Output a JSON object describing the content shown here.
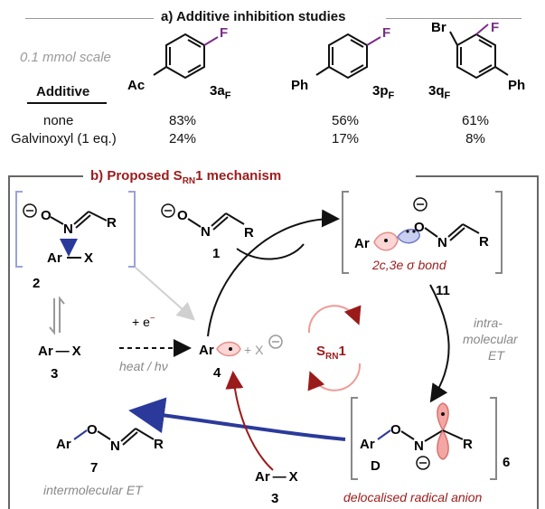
{
  "section_a": {
    "title": "a) Additive inhibition studies",
    "scale_note": "0.1 mmol scale",
    "additive_header": "Additive",
    "compounds": [
      {
        "substituent": "Ac",
        "label_main": "3a",
        "label_sub": "F"
      },
      {
        "substituent": "Ph",
        "label_main": "3p",
        "label_sub": "F"
      },
      {
        "substituent_top": "Br",
        "substituent": "Ph",
        "label_main": "3q",
        "label_sub": "F"
      }
    ],
    "fluoro": "F",
    "rows": [
      {
        "additive": "none",
        "values": [
          "83%",
          "56%",
          "61%"
        ]
      },
      {
        "additive": "Galvinoxyl (1 eq.)",
        "values": [
          "24%",
          "17%",
          "8%"
        ]
      }
    ]
  },
  "section_b": {
    "title_prefix": "b) Proposed S",
    "title_sub": "RN",
    "title_suffix": "1 mechanism",
    "cycle_main": "S",
    "cycle_sub": "RN",
    "cycle_suffix": "1",
    "labels": {
      "c1": "1",
      "c2": "2",
      "c3": "3",
      "c3b": "3",
      "c4": "4",
      "c6": "6",
      "c7": "7",
      "c11": "11",
      "cD": "D"
    },
    "atoms": {
      "O": "O",
      "N": "N",
      "R": "R",
      "Ar": "Ar",
      "X": "X",
      "ArX": "Ar — X"
    },
    "electron": "+ e",
    "electron_sup": "−",
    "x_plus": "+ X",
    "minus": "⊖",
    "conditions": "heat / hν",
    "bond_note": "2c,3e σ bond",
    "intra_et": [
      "intra-",
      "molecular",
      "ET"
    ],
    "inter_et": "intermolecular ET",
    "radical_anion": "delocalised radical anion"
  },
  "colors": {
    "purple": "#7b2c88",
    "red": "#9b1b1b",
    "pink": "#f3a7a4",
    "blue": "#2b3a9a",
    "lavender": "#9aa3d8",
    "grey": "#888888"
  }
}
